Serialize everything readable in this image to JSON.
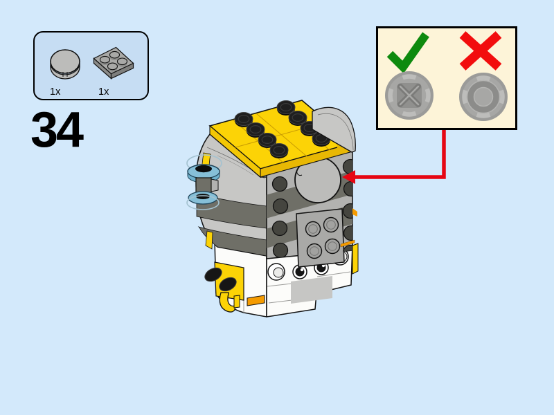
{
  "step": {
    "number": "34"
  },
  "parts_panel": {
    "items": [
      {
        "count": "1x",
        "part": "round-tile-2x2-light-gray"
      },
      {
        "count": "1x",
        "part": "plate-2x2-light-gray"
      }
    ]
  },
  "orientation_callout": {
    "correct_symbol": "green-check-icon",
    "incorrect_symbol": "red-cross-icon",
    "correct_example": "round-tile-underside-cross-brace",
    "incorrect_example": "round-tile-underside-open-ring"
  },
  "model": {
    "illustration": "brickheadz-model-in-progress",
    "highlighted_piece": "round-tile-on-front-face"
  },
  "colors": {
    "bg": "#d3e9fb",
    "panel-blue": "#c6ddf3",
    "cream": "#fdf4d8",
    "ink": "#000000",
    "green": "#0e8a0e",
    "red": "#f20d0d",
    "arrow": "#e60613",
    "yellow": "#fcd306",
    "yellow-dark": "#e8b804",
    "yellow-mid": "#f3c705",
    "yellow-seam": "#c99c04",
    "gray-light": "#c7c7c5",
    "gray-mid": "#b2b2b0",
    "gray-dark": "#6f6f67",
    "gray-tile": "#bcbcba",
    "gray-plate": "#a9a9a7",
    "gray-stud": "#a2a2a0",
    "stud-dark": "#45453f",
    "white": "#fcfcfa",
    "orange": "#f59b00",
    "trans-blue": "#86bfd7"
  }
}
